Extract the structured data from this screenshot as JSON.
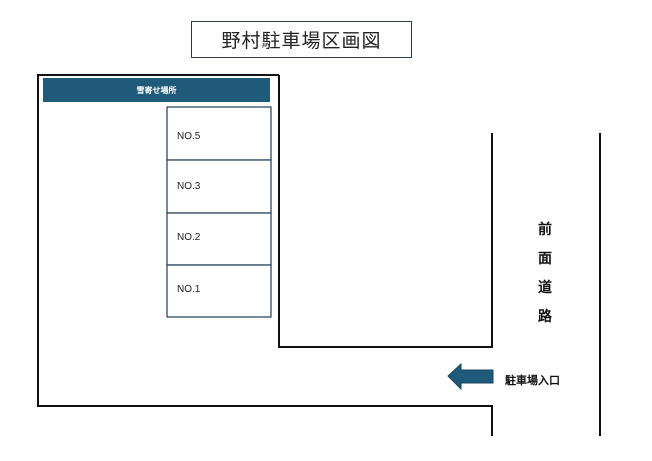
{
  "title": "野村駐車場区画図",
  "snow_area": {
    "label": "雪寄せ場所",
    "color": "#1f5a7a"
  },
  "slots": [
    {
      "label": "NO.5"
    },
    {
      "label": "NO.3"
    },
    {
      "label": "NO.2"
    },
    {
      "label": "NO.1"
    }
  ],
  "front_road": {
    "chars": [
      "前",
      "面",
      "道",
      "路"
    ]
  },
  "entrance": {
    "label": "駐車場入口",
    "arrow_color": "#1f5a7a",
    "arrow_icon": "left-arrow-icon"
  },
  "colors": {
    "lines": "#111111",
    "slot_border": "#1f3b57"
  }
}
